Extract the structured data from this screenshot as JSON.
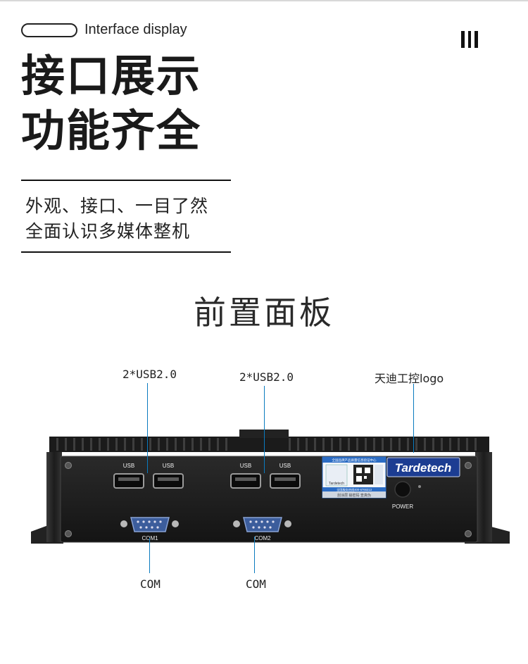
{
  "header": {
    "english_title": "Interface display",
    "title_line1": "接口展示",
    "title_line2": "功能齐全"
  },
  "intro": {
    "line1": "外观、接口、一目了然",
    "line2": "全面认识多媒体整机"
  },
  "section_title": "前置面板",
  "callouts": {
    "usb_left": "2*USB2.0",
    "usb_mid": "2*USB2.0",
    "logo": "天迪工控logo",
    "com_left": "COM",
    "com_right": "COM"
  },
  "device": {
    "usb_label": "USB",
    "com1_label": "COM1",
    "com2_label": "COM2",
    "power_label": "POWER",
    "brand": "Tardetech",
    "sticker_line1": "全国品牌产品质量信息验证中心",
    "sticker_line2": "Tardetech",
    "sticker_line3": "全国服务热线400-6766313",
    "sticker_line4": "刮涂层 输密码 查真伪",
    "accent_color": "#0a7bbf"
  }
}
